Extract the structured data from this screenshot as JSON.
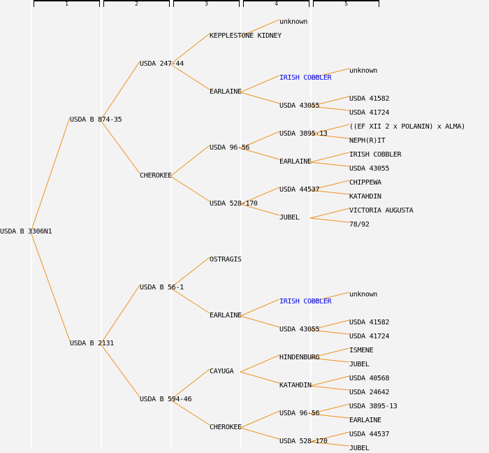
{
  "colors": {
    "edge": "#f0901e",
    "link": "#0000ee",
    "text": "#000000",
    "background": "#f3f3f3"
  },
  "generations": [
    "1",
    "2",
    "3",
    "4",
    "5"
  ],
  "tree": {
    "name": "USDA B 3306N1",
    "children": [
      {
        "name": "USDA B 874-35",
        "children": [
          {
            "name": "USDA 247-44",
            "children": [
              {
                "name": "KEPPLESTONE KIDNEY",
                "children": [
                  {
                    "name": "unknown"
                  }
                ]
              },
              {
                "name": "EARLAINE",
                "children": [
                  {
                    "name": "IRISH COBBLER",
                    "link": true,
                    "children": [
                      {
                        "name": "unknown"
                      }
                    ]
                  },
                  {
                    "name": "USDA 43055",
                    "children": [
                      {
                        "name": "USDA 41582"
                      },
                      {
                        "name": "USDA 41724"
                      }
                    ]
                  }
                ]
              }
            ]
          },
          {
            "name": "CHEROKEE",
            "children": [
              {
                "name": "USDA 96-56",
                "children": [
                  {
                    "name": "USDA 3895-13",
                    "children": [
                      {
                        "name": "((EF XII 2 x POLANIN) x ALMA)"
                      },
                      {
                        "name": "NEPH(R)IT"
                      }
                    ]
                  },
                  {
                    "name": "EARLAINE",
                    "children": [
                      {
                        "name": "IRISH COBBLER"
                      },
                      {
                        "name": "USDA 43055"
                      }
                    ]
                  }
                ]
              },
              {
                "name": "USDA 528-170",
                "children": [
                  {
                    "name": "USDA 44537",
                    "children": [
                      {
                        "name": "CHIPPEWA"
                      },
                      {
                        "name": "KATAHDIN"
                      }
                    ]
                  },
                  {
                    "name": "JUBEL",
                    "children": [
                      {
                        "name": "VICTORIA AUGUSTA"
                      },
                      {
                        "name": "78/92"
                      }
                    ]
                  }
                ]
              }
            ]
          }
        ]
      },
      {
        "name": "USDA B 2131",
        "children": [
          {
            "name": "USDA B 56-1",
            "children": [
              {
                "name": "OSTRAGIS"
              },
              {
                "name": "EARLAINE",
                "children": [
                  {
                    "name": "IRISH COBBLER",
                    "link": true,
                    "children": [
                      {
                        "name": "unknown"
                      }
                    ]
                  },
                  {
                    "name": "USDA 43055",
                    "children": [
                      {
                        "name": "USDA 41582"
                      },
                      {
                        "name": "USDA 41724"
                      }
                    ]
                  }
                ]
              }
            ]
          },
          {
            "name": "USDA B 594-46",
            "children": [
              {
                "name": "CAYUGA",
                "children": [
                  {
                    "name": "HINDENBURG",
                    "children": [
                      {
                        "name": "ISMENE"
                      },
                      {
                        "name": "JUBEL"
                      }
                    ]
                  },
                  {
                    "name": "KATAHDIN",
                    "children": [
                      {
                        "name": "USDA 40568"
                      },
                      {
                        "name": "USDA 24642"
                      }
                    ]
                  }
                ]
              },
              {
                "name": "CHEROKEE",
                "children": [
                  {
                    "name": "USDA 96-56",
                    "children": [
                      {
                        "name": "USDA 3895-13"
                      },
                      {
                        "name": "EARLAINE"
                      }
                    ]
                  },
                  {
                    "name": "USDA 528-170",
                    "children": [
                      {
                        "name": "USDA 44537"
                      },
                      {
                        "name": "JUBEL"
                      }
                    ]
                  }
                ]
              }
            ]
          }
        ]
      }
    ]
  }
}
